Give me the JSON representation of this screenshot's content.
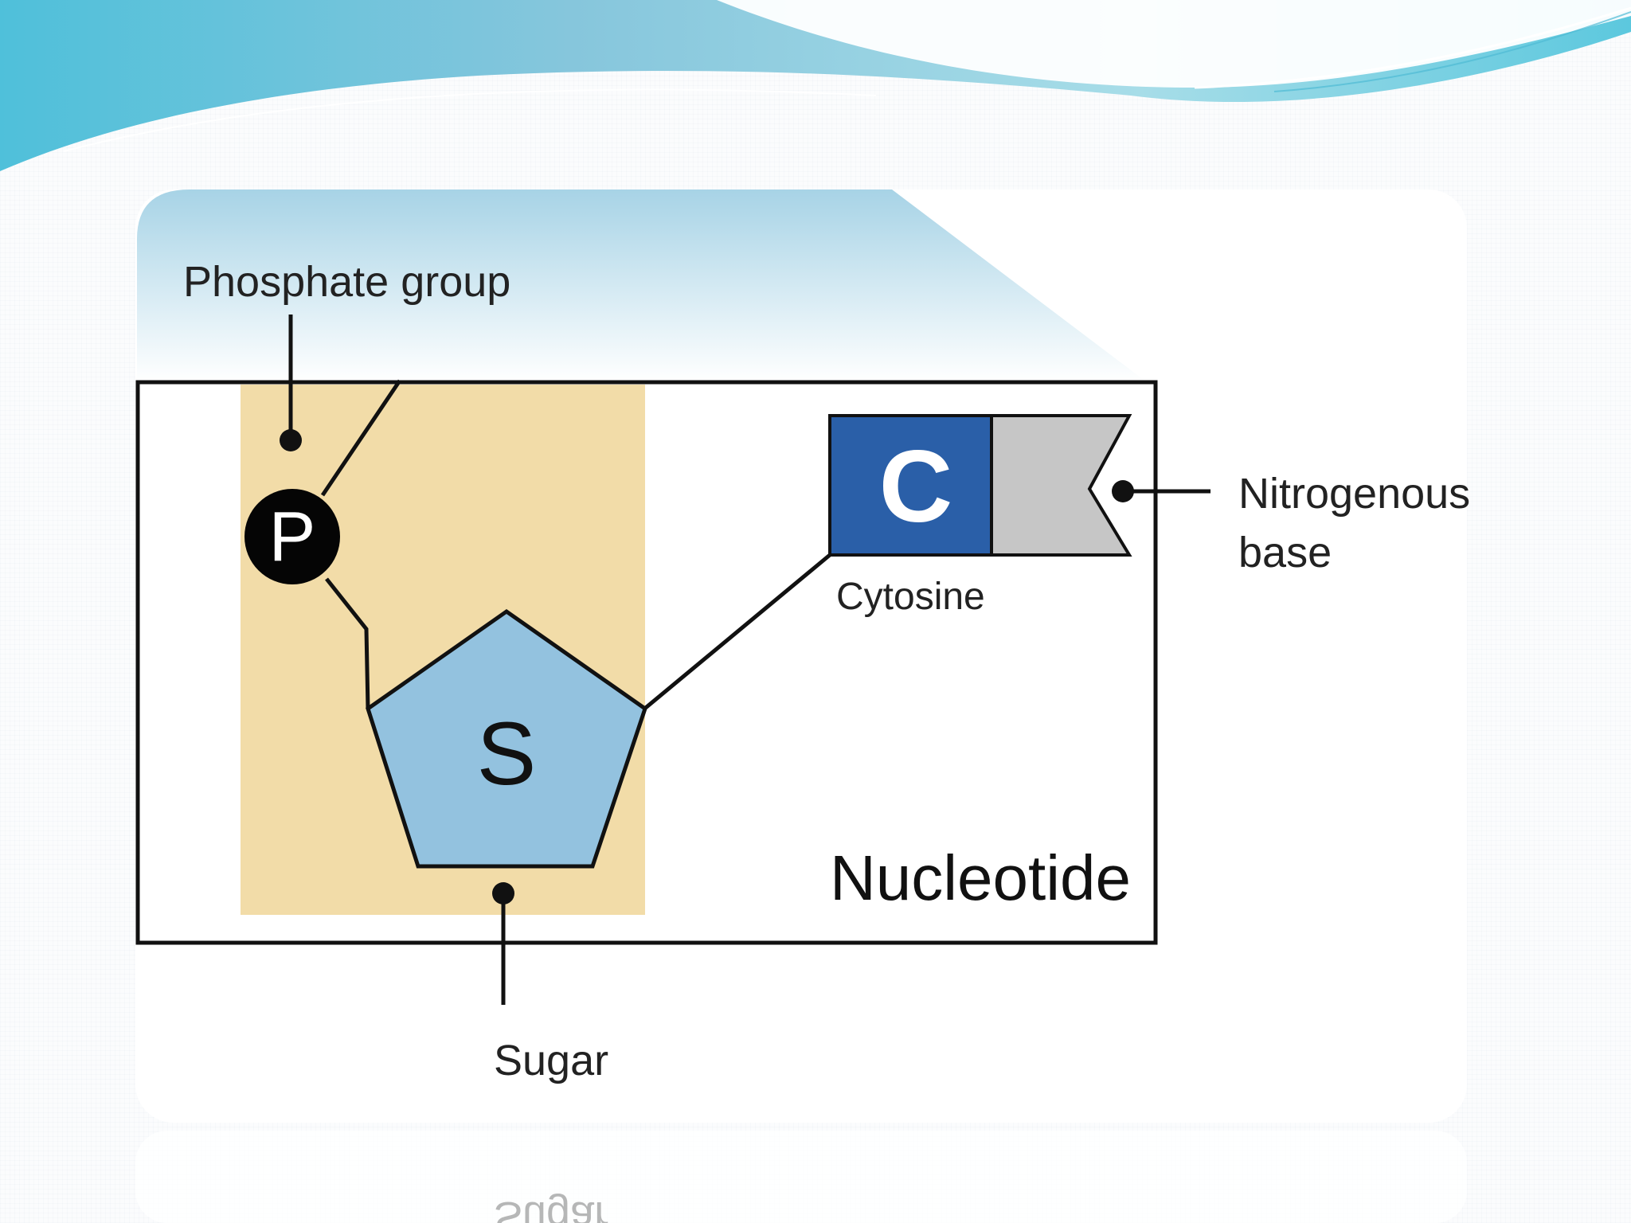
{
  "diagram": {
    "labels": {
      "phosphate_group": "Phosphate group",
      "phosphate_symbol": "P",
      "sugar_symbol": "S",
      "sugar": "Sugar",
      "base_symbol": "C",
      "cytosine": "Cytosine",
      "nitrogenous_line1": "Nitrogenous",
      "nitrogenous_line2": "base",
      "nucleotide": "Nucleotide",
      "reflection": "Sugar"
    },
    "colors": {
      "phosphate_highlight": "#f2dca8",
      "sugar_fill": "#93c2df",
      "base_c_fill": "#2a5fa8",
      "base_tail_fill": "#c6c6c6",
      "phosphate_circle": "#050505",
      "header_wave": "#7fcde0"
    }
  }
}
